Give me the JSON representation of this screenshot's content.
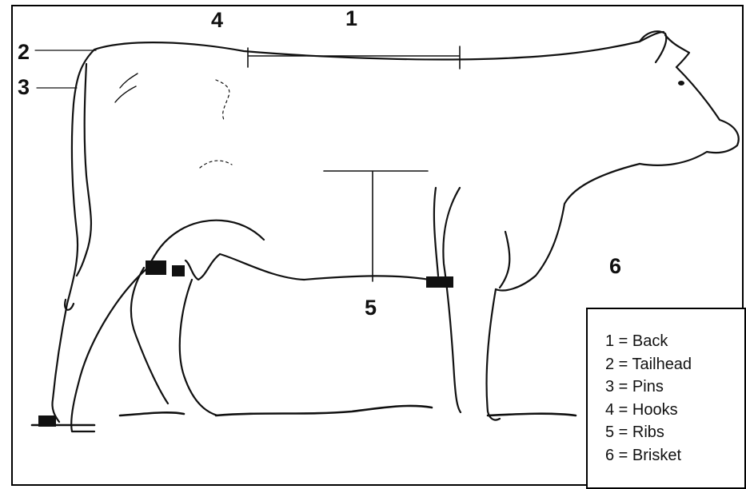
{
  "diagram": {
    "labels": {
      "n1": "1",
      "n2": "2",
      "n3": "3",
      "n4": "4",
      "n5": "5",
      "n6": "6"
    },
    "legend": [
      "1 = Back",
      "2 = Tailhead",
      "3 = Pins",
      "4 = Hooks",
      "5 = Ribs",
      "6 = Brisket"
    ]
  }
}
